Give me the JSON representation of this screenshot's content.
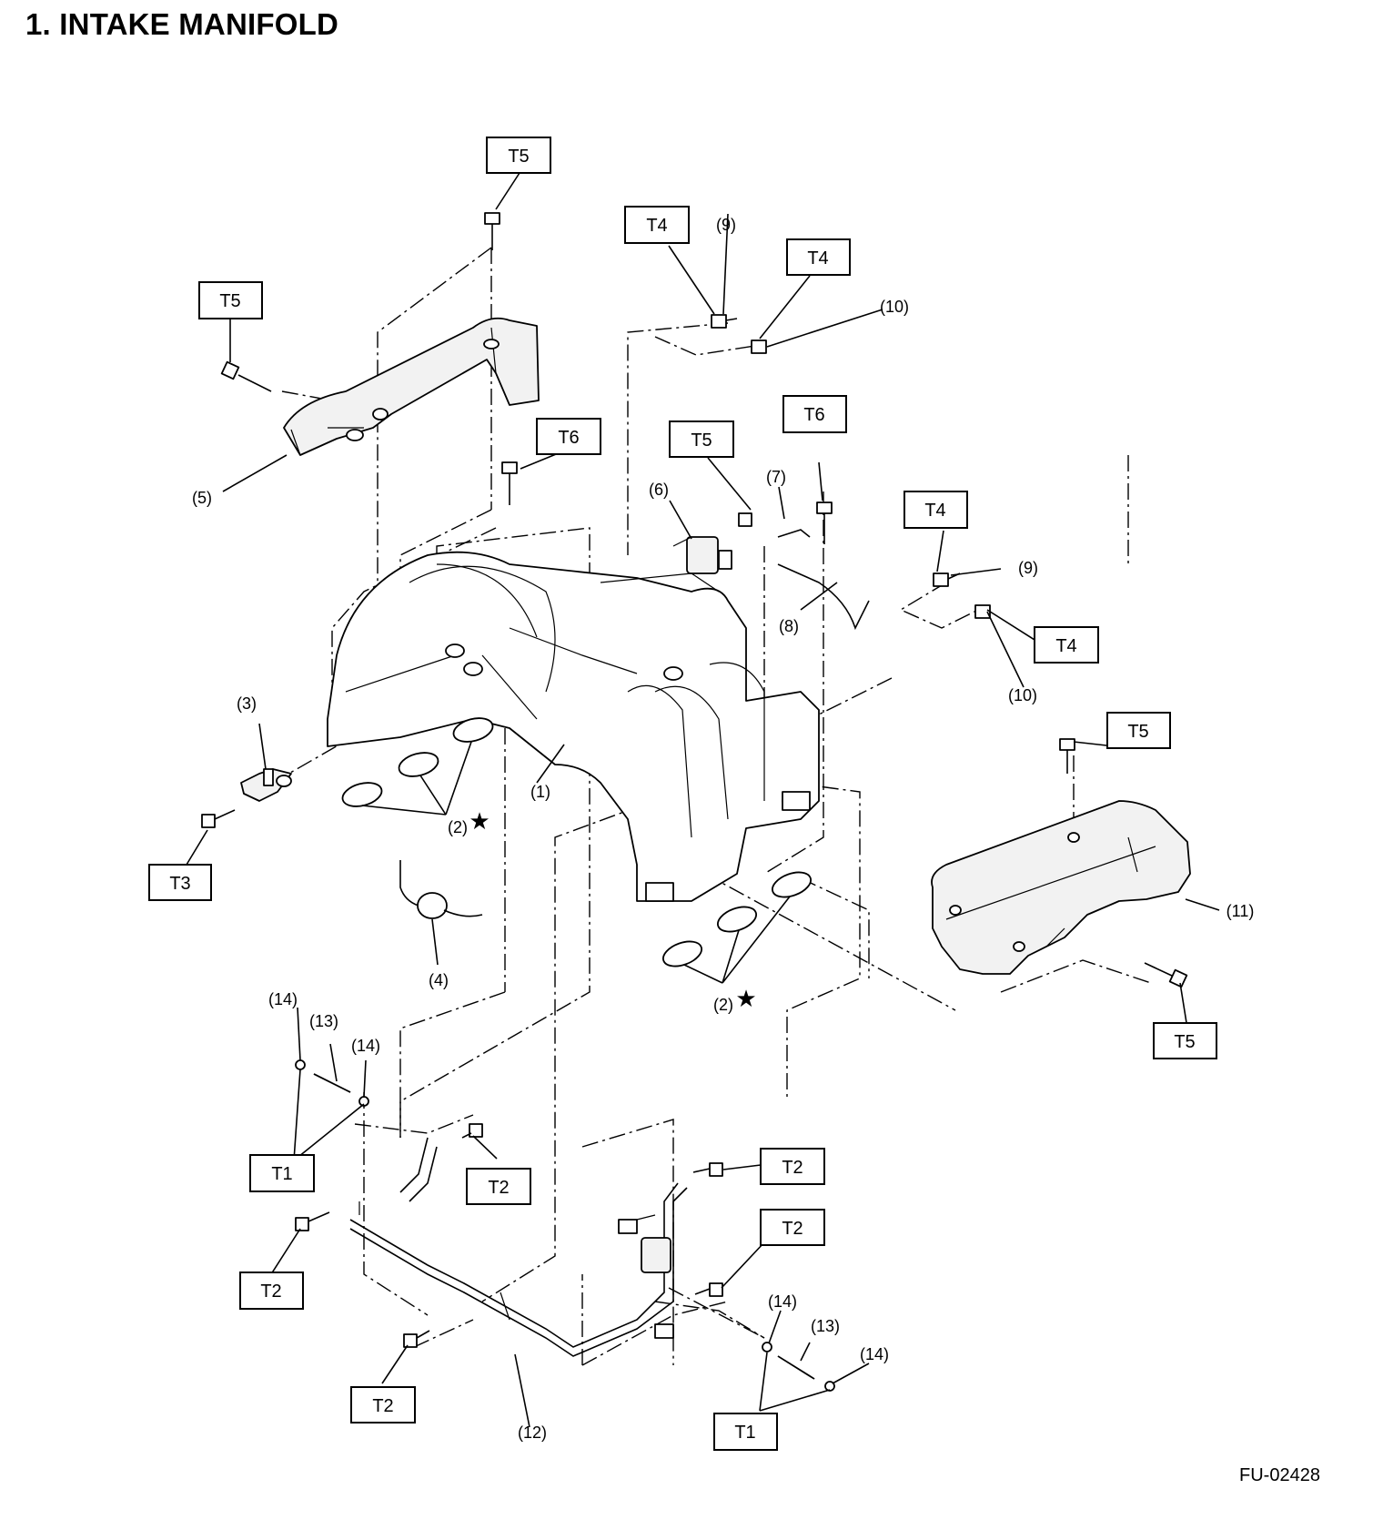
{
  "title": "1.  INTAKE MANIFOLD",
  "figure_id": "FU-02428",
  "torque_labels": {
    "t5_top": "T5",
    "t5_left": "T5",
    "t4_a": "T4",
    "t4_b": "T4",
    "t6_left": "T6",
    "t5_mid": "T5",
    "t6_right": "T6",
    "t4_right": "T4",
    "t4_right2": "T4",
    "t5_right": "T5",
    "t5_right_bottom": "T5",
    "t3": "T3",
    "t1_left": "T1",
    "t2_a": "T2",
    "t2_b": "T2",
    "t2_c": "T2",
    "t2_d": "T2",
    "t2_e": "T2",
    "t1_right": "T1"
  },
  "part_numbers": {
    "p9_a": "(9)",
    "p10_a": "(10)",
    "p5": "(5)",
    "p6": "(6)",
    "p7": "(7)",
    "p8": "(8)",
    "p9_b": "(9)",
    "p10_b": "(10)",
    "p3": "(3)",
    "p1": "(1)",
    "p2_left": "(2)",
    "p4": "(4)",
    "p11": "(11)",
    "p2_right": "(2)",
    "p14_a": "(14)",
    "p13_a": "(13)",
    "p14_b": "(14)",
    "p12": "(12)",
    "p14_c": "(14)",
    "p13_b": "(13)",
    "p14_d": "(14)"
  },
  "star_symbol": "★",
  "legend": {
    "icons": [
      "bolt-icon",
      "nut-icon",
      "star-icon",
      "hose-icon",
      "clamp-icon"
    ]
  }
}
